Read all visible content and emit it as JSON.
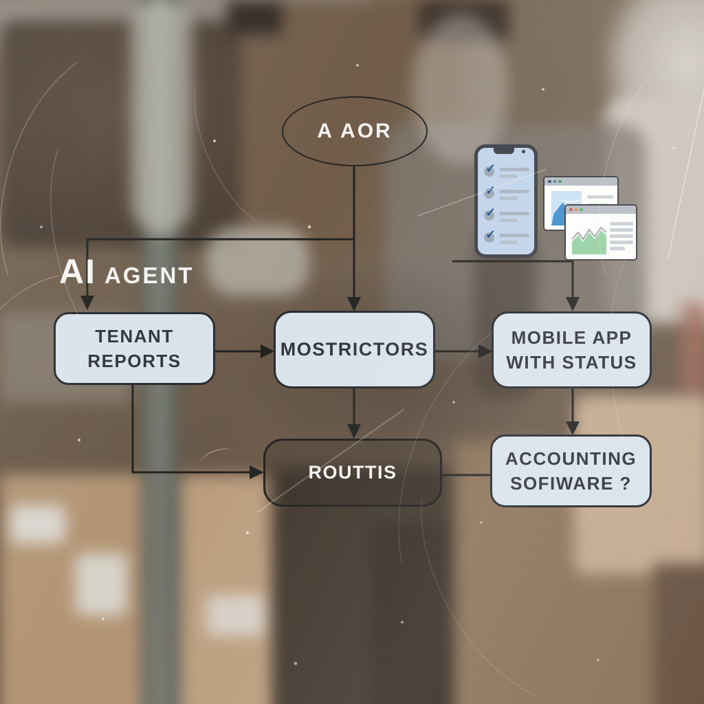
{
  "scene": {
    "description": "Hand-style flowchart painted on scratched glass in front of blurred warehouse shelving with cardboard boxes"
  },
  "flowchart": {
    "start_node": {
      "label": "A AOR",
      "shape": "ellipse"
    },
    "agent_label": {
      "prefix": "AI",
      "suffix": "AGENT"
    },
    "nodes": [
      {
        "id": "tenant_reports",
        "label": "TENANT\nREPORTS",
        "style": "light"
      },
      {
        "id": "mostrictors",
        "label": "MOSTRICTORS",
        "style": "light"
      },
      {
        "id": "mobile_app",
        "label": "MOBILE APP\nWITH STATUS",
        "style": "light"
      },
      {
        "id": "routtis",
        "label": "ROUTTIS",
        "style": "transparent-dark"
      },
      {
        "id": "accounting",
        "label": "ACCOUNTING\nSOFIWARE ?",
        "style": "light"
      }
    ],
    "edges": [
      {
        "from": "start",
        "to": "mostrictors",
        "arrow": true
      },
      {
        "from": "start",
        "to": "tenant_reports",
        "arrow": true,
        "via": "left-branch"
      },
      {
        "from": "tenant_reports",
        "to": "mostrictors",
        "arrow": true
      },
      {
        "from": "mostrictors",
        "to": "mobile_app",
        "arrow": true
      },
      {
        "from": "mostrictors",
        "to": "routtis",
        "arrow": true
      },
      {
        "from": "mobile_app",
        "to": "accounting",
        "arrow": true
      },
      {
        "from": "tenant_reports",
        "to": "routtis",
        "arrow": true,
        "via": "elbow-down-right"
      },
      {
        "from": "routtis",
        "to": "accounting",
        "arrow": false
      },
      {
        "from": "app-icons",
        "to": "mobile_app",
        "arrow": true
      }
    ],
    "colors": {
      "node_fill": "#d9e2eb",
      "node_border": "#23262a",
      "node_text": "#2b3036",
      "connector": "#1d1d1b",
      "light_text": "#f5f4f1"
    }
  },
  "icons": {
    "phone_checklist": {
      "name": "phone-checklist-icon",
      "checklist_items": 4,
      "check_glyph": "✓",
      "check_color": "#1d4e90",
      "screen_color": "#c0d3ea",
      "frame_color": "#373c44"
    },
    "browser_image_window": {
      "name": "browser-window-image-icon",
      "accent": "#3b8ccb",
      "text_lines": 2
    },
    "browser_chart_window": {
      "name": "browser-window-chart-icon",
      "chart_type": "area",
      "accent": "#93cfa0",
      "traffic_lights": [
        "#c94f44",
        "#e0892e",
        "#4fae58"
      ],
      "text_lines": 5
    }
  }
}
